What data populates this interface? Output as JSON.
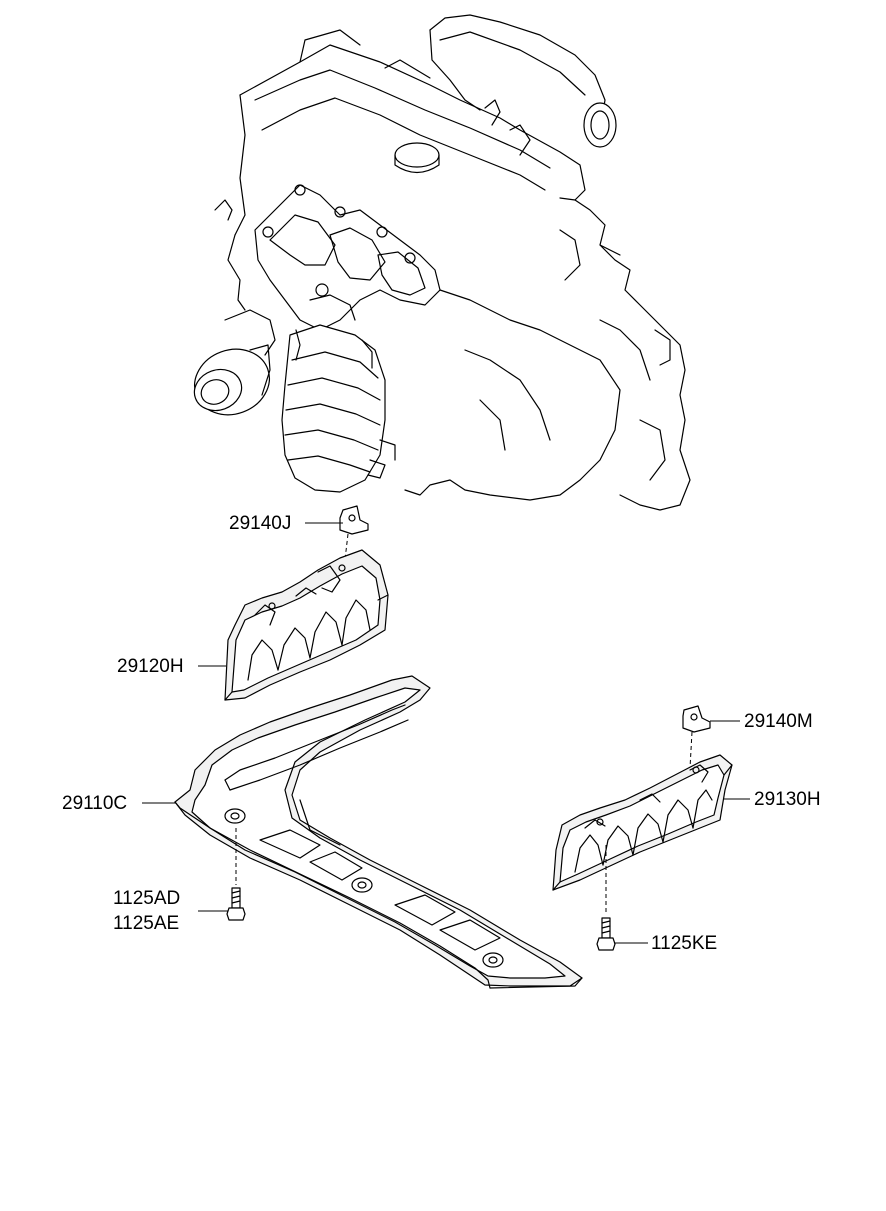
{
  "diagram": {
    "labels": {
      "bracket_upper": "29140J",
      "heat_shield_upper": "29120H",
      "under_cover": "29110C",
      "bolt_a": "1125AD",
      "bolt_b": "1125AE",
      "bracket_lower": "29140M",
      "heat_shield_lower": "29130H",
      "bolt_c": "1125KE"
    }
  }
}
